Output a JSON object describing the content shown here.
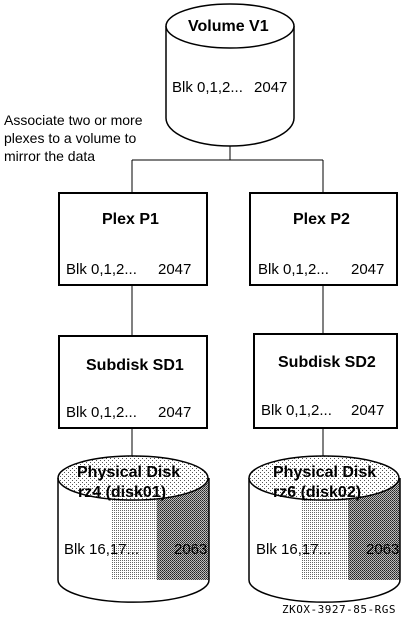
{
  "volume": {
    "title": "Volume V1",
    "blk_range": "Blk 0,1,2...",
    "blk_end": "2047"
  },
  "note": "Associate two or more plexes to a volume to mirror the data",
  "plexes": [
    {
      "title": "Plex P1",
      "blk_range": "Blk 0,1,2...",
      "blk_end": "2047"
    },
    {
      "title": "Plex P2",
      "blk_range": "Blk 0,1,2...",
      "blk_end": "2047"
    }
  ],
  "subdisks": [
    {
      "title": "Subdisk SD1",
      "blk_range": "Blk 0,1,2...",
      "blk_end": "2047"
    },
    {
      "title": "Subdisk SD2",
      "blk_range": "Blk 0,1,2...",
      "blk_end": "2047"
    }
  ],
  "disks": [
    {
      "title_line1": "Physical Disk",
      "title_line2": "rz4 (disk01)",
      "blk_range": "Blk 16,17...",
      "blk_end": "2063"
    },
    {
      "title_line1": "Physical Disk",
      "title_line2": "rz6 (disk02)",
      "blk_range": "Blk 16,17...",
      "blk_end": "2063"
    }
  ],
  "figure_id": "ZKOX-3927-85-RGS"
}
